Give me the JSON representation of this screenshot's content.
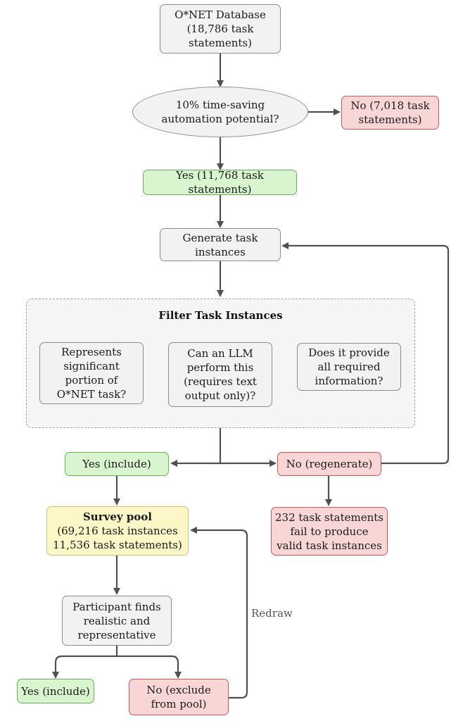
{
  "nodes": {
    "onet_database": "O*NET Database\n(18,786 task\nstatements)",
    "automation_question": "10% time-saving\nautomation potential?",
    "no_automation": "No (7,018 task\nstatements)",
    "yes_automation": "Yes (11,768 task statements)",
    "generate_instances": "Generate task\ninstances",
    "filter_title": "Filter Task Instances",
    "criterion_significant": "Represents\nsignificant\nportion of\nO*NET task?",
    "criterion_llm": "Can an LLM\nperform this\n(requires text\noutput only)?",
    "criterion_info": "Does it provide\nall required\ninformation?",
    "yes_include_filter": "Yes (include)",
    "no_regenerate": "No (regenerate)",
    "failed_statements": "232 task statements\nfail to produce\nvalid task instances",
    "survey_pool_title": "Survey pool",
    "survey_pool_details": "(69,216 task instances\n11,536 task statements)",
    "participant_judgment": "Participant finds\nrealistic and\nrepresentative",
    "yes_include_final": "Yes (include)",
    "no_exclude": "No (exclude\nfrom pool)"
  },
  "edge_labels": {
    "redraw": "Redraw"
  },
  "colors": {
    "gray_fill": "#f2f2f2",
    "red_fill": "#f9d6d6",
    "green_fill": "#d8f5cf",
    "yellow_fill": "#fdf7c8",
    "arrow": "#505050"
  }
}
